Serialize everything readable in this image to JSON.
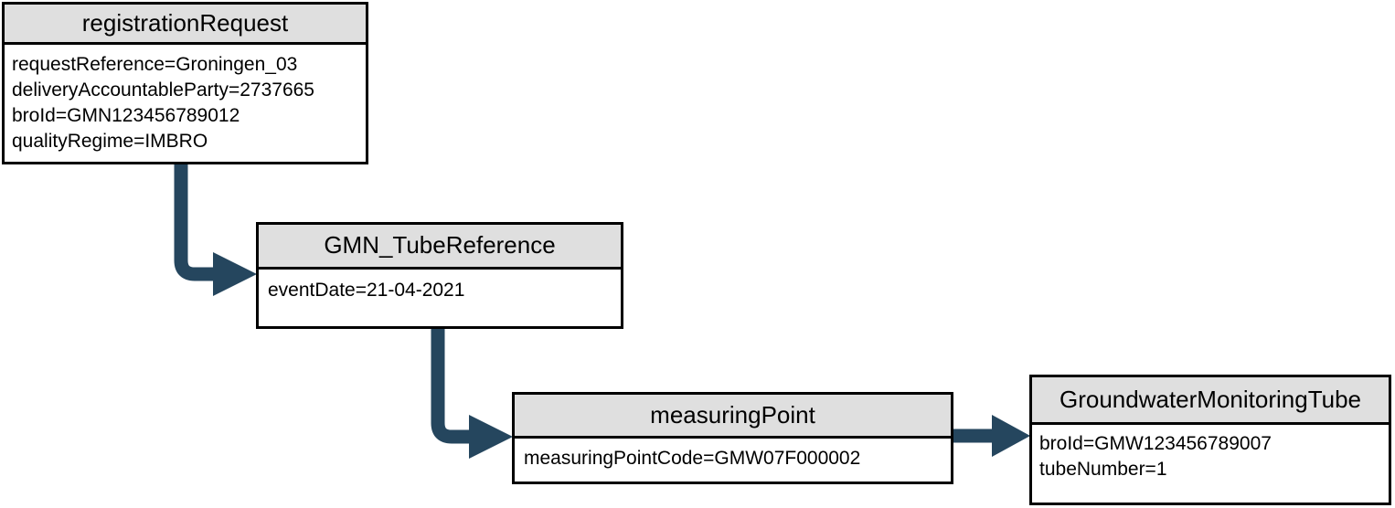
{
  "diagram": {
    "title": "registrationRequest object diagram",
    "type": "object-instance-diagram",
    "background_color": "#ffffff",
    "header_fill_color": "#dfdfdf",
    "border_color": "#000000",
    "connector_color": "#25465e"
  },
  "nodes": [
    {
      "id": "registrationRequest",
      "header": "registrationRequest",
      "attributes": [
        "requestReference=Groningen_03",
        "deliveryAccountableParty=2737665",
        "broId=GMN123456789012",
        "qualityRegime=IMBRO"
      ]
    },
    {
      "id": "GMN_TubeReference",
      "header": "GMN_TubeReference",
      "attributes": [
        "eventDate=21-04-2021"
      ]
    },
    {
      "id": "measuringPoint",
      "header": "measuringPoint",
      "attributes": [
        "measuringPointCode=GMW07F000002"
      ]
    },
    {
      "id": "GroundwaterMonitoringTube",
      "header": "GroundwaterMonitoringTube",
      "attributes": [
        "broId=GMW123456789007",
        "tubeNumber=1"
      ]
    }
  ],
  "connectors": [
    {
      "id": "registrationRequest-to-GMN_TubeReference",
      "from": "registrationRequest",
      "to": "GMN_TubeReference",
      "style": "elbow-down-right",
      "arrowhead": "filled-triangle"
    },
    {
      "id": "GMN_TubeReference-to-measuringPoint",
      "from": "GMN_TubeReference",
      "to": "measuringPoint",
      "style": "elbow-down-right",
      "arrowhead": "filled-triangle"
    },
    {
      "id": "measuringPoint-to-GroundwaterMonitoringTube",
      "from": "measuringPoint",
      "to": "GroundwaterMonitoringTube",
      "style": "straight-right",
      "arrowhead": "filled-triangle"
    }
  ]
}
